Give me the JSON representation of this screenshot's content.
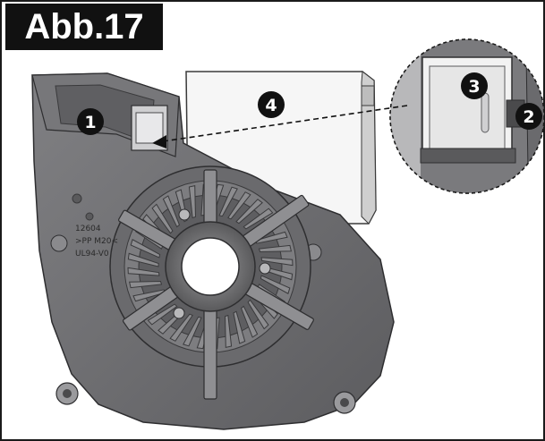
{
  "figure": {
    "title": "Abb.17",
    "markers": [
      {
        "id": "1",
        "label": "1"
      },
      {
        "id": "2",
        "label": "2"
      },
      {
        "id": "3",
        "label": "3"
      },
      {
        "id": "4",
        "label": "4"
      }
    ],
    "housing_marking": {
      "line1": "12604",
      "line2": ">PP M20<",
      "line3": "UL94-V0"
    }
  },
  "colors": {
    "housing": "#6e6e70",
    "housing_dark": "#4a4a4c",
    "housing_light": "#8f8f92",
    "marker_fill": "#111111",
    "frame": "#1a1a1a"
  }
}
